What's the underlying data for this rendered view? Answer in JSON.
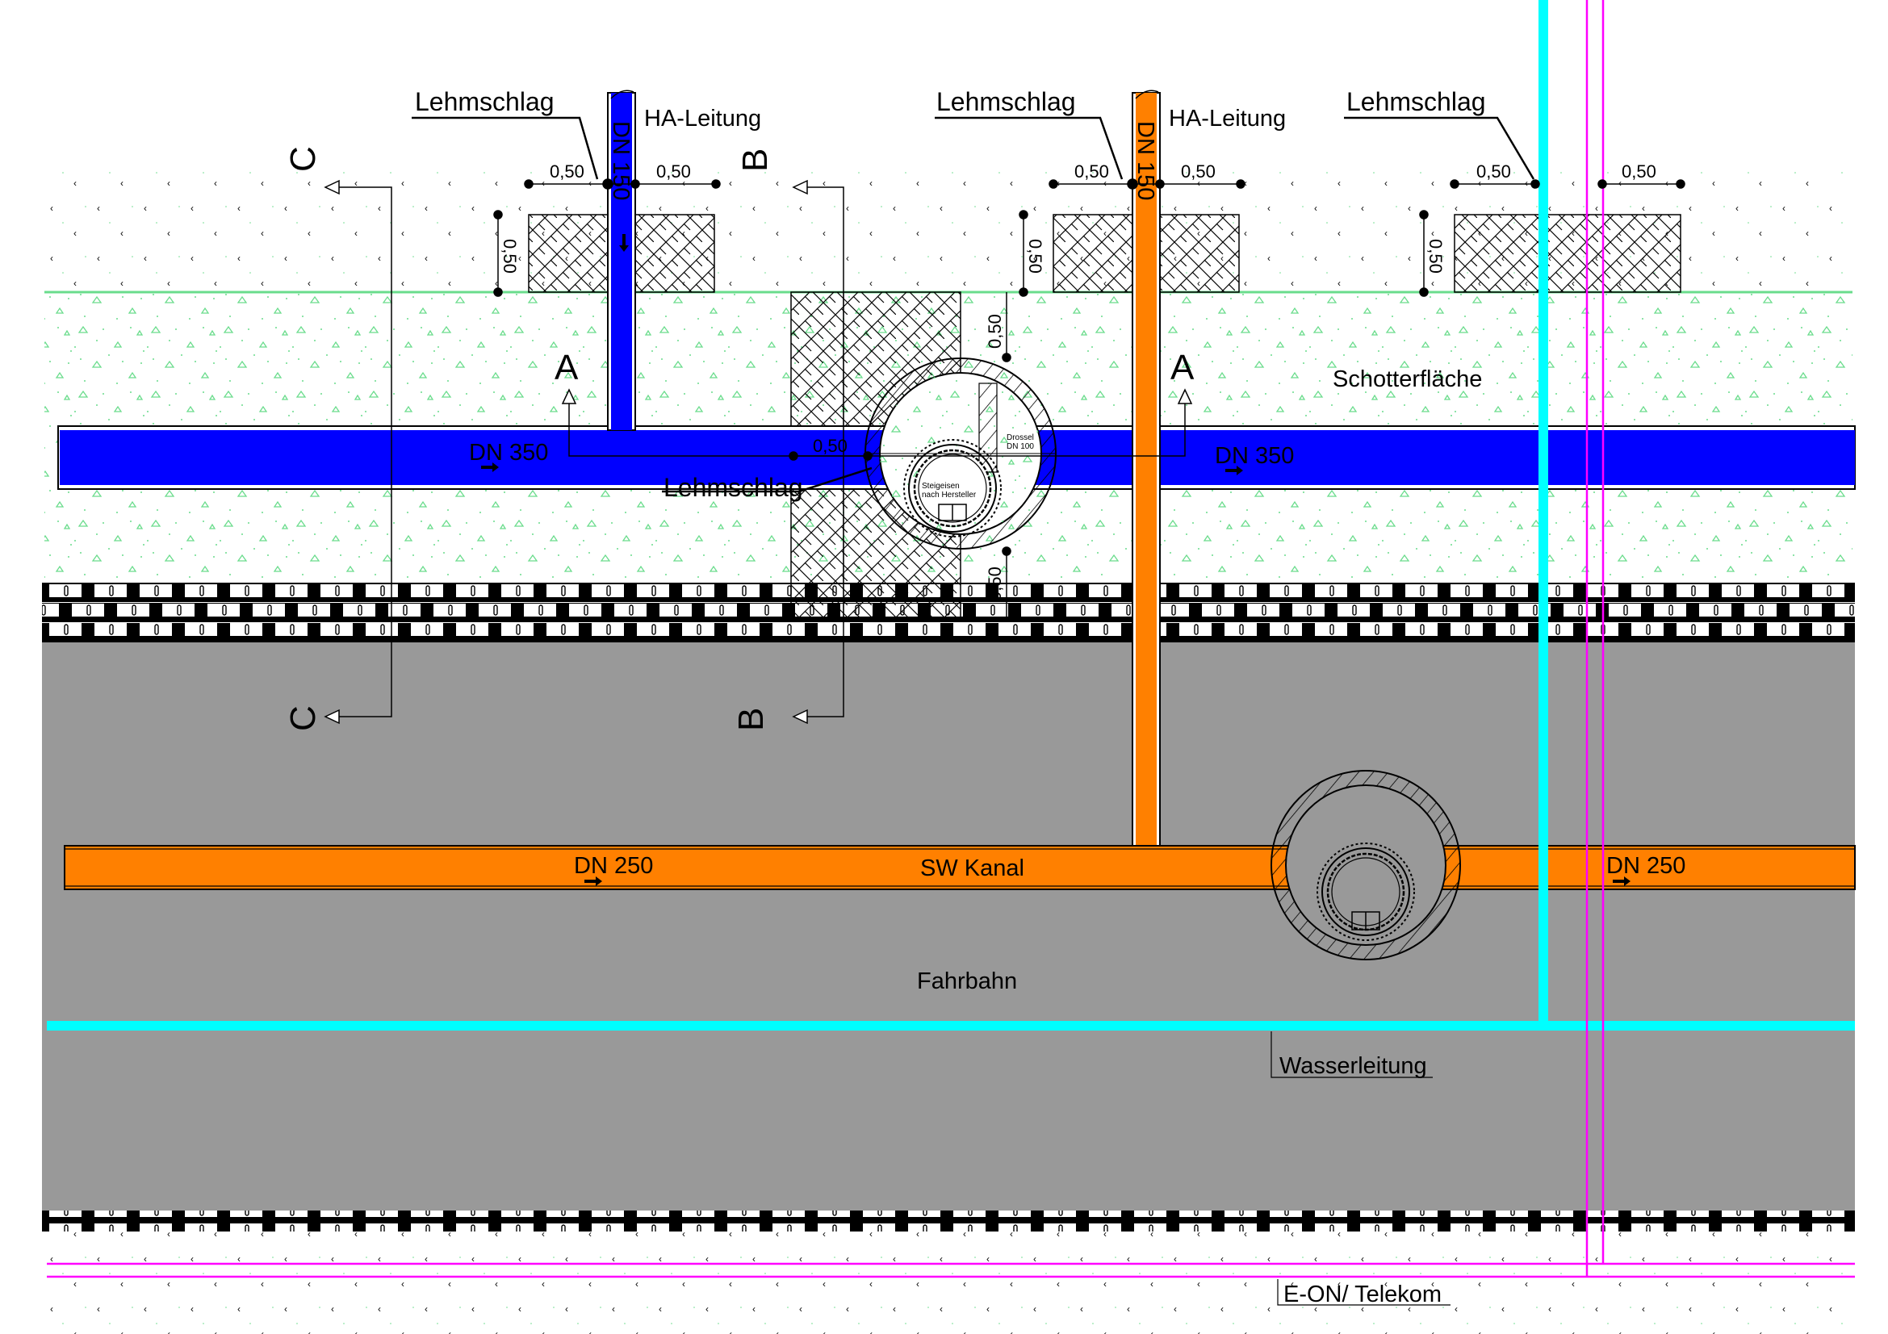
{
  "drawing": {
    "type": "Lageplan Hausanschluss / Kanal",
    "colors": {
      "regenwasser": "#0000FF",
      "schmutzwasser": "#FF8000",
      "wasserleitung": "#00FFFF",
      "eon_telekom": "#FF00FF",
      "fahrbahn": "#999999",
      "gruen": "#6ADC8C"
    }
  },
  "labels": {
    "lehmschlag_1": "Lehmschlag",
    "lehmschlag_2": "Lehmschlag",
    "lehmschlag_3": "Lehmschlag",
    "lehmschlag_4": "Lehmschlag",
    "ha_leitung_1": "HA-Leitung",
    "ha_leitung_2": "HA-Leitung",
    "dn150_1": "DN 150",
    "dn150_2": "DN 150",
    "dn350_left": "DN 350",
    "dn350_right": "DN 350",
    "dn250_left": "DN 250",
    "dn250_right": "DN 250",
    "sw_kanal": "SW Kanal",
    "schotterflaeche": "Schotterfläche",
    "fahrbahn": "Fahrbahn",
    "wasserleitung": "Wasserleitung",
    "eon_telekom": "E-ON/ Telekom",
    "drossel_1": "Drossel",
    "drossel_2": "DN 100",
    "steigeisen_1": "Steigeisen",
    "steigeisen_2": "nach Hersteller"
  },
  "dimensions": {
    "d1": "0,50",
    "d2": "0,50",
    "d3": "0,50",
    "d4": "0,50",
    "d5": "0,50",
    "d6": "0,50",
    "v1": "0,50",
    "v2": "0,50",
    "v3": "0,50",
    "v4": "0,50",
    "v5": "0,50",
    "m1": "0,50"
  },
  "sections": {
    "a_left": "A",
    "a_right": "A",
    "b_top": "B",
    "b_bottom": "B",
    "c_top": "C",
    "c_bottom": "C"
  }
}
